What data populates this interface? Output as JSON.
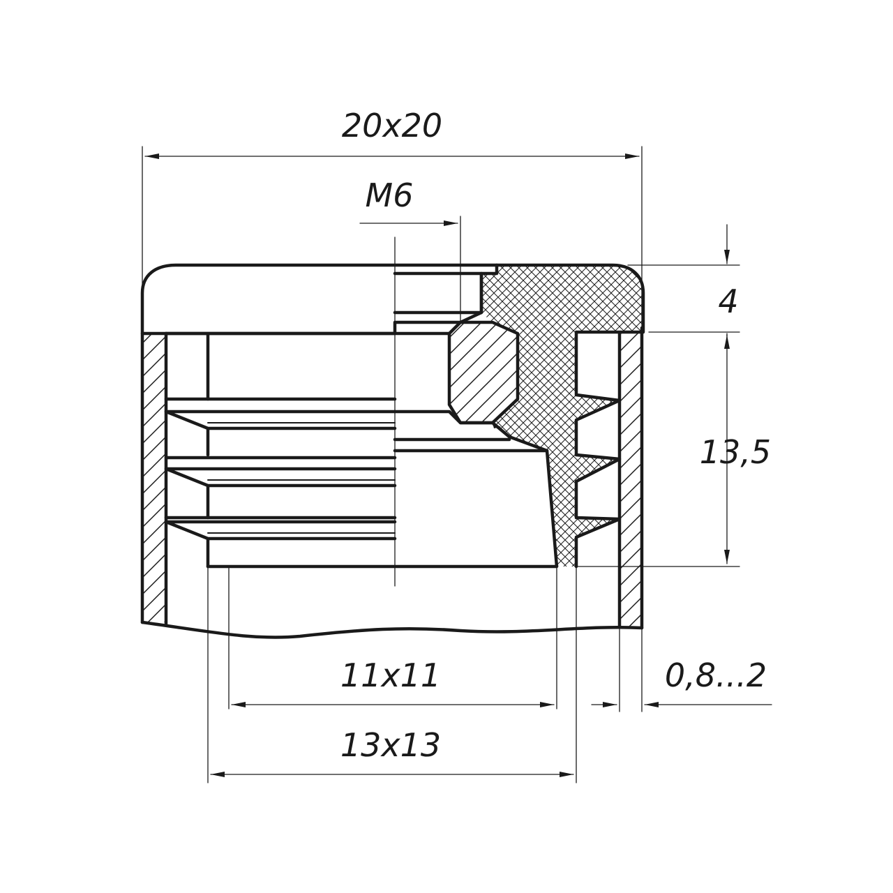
{
  "dimensions": {
    "overall": "20x20",
    "thread": "M6",
    "head_height": "4",
    "insert_depth": "13,5",
    "inner": "11x11",
    "outer": "13x13",
    "wall": "0,8...2"
  },
  "colors": {
    "line": "#1a1a1a",
    "background": "#ffffff"
  }
}
